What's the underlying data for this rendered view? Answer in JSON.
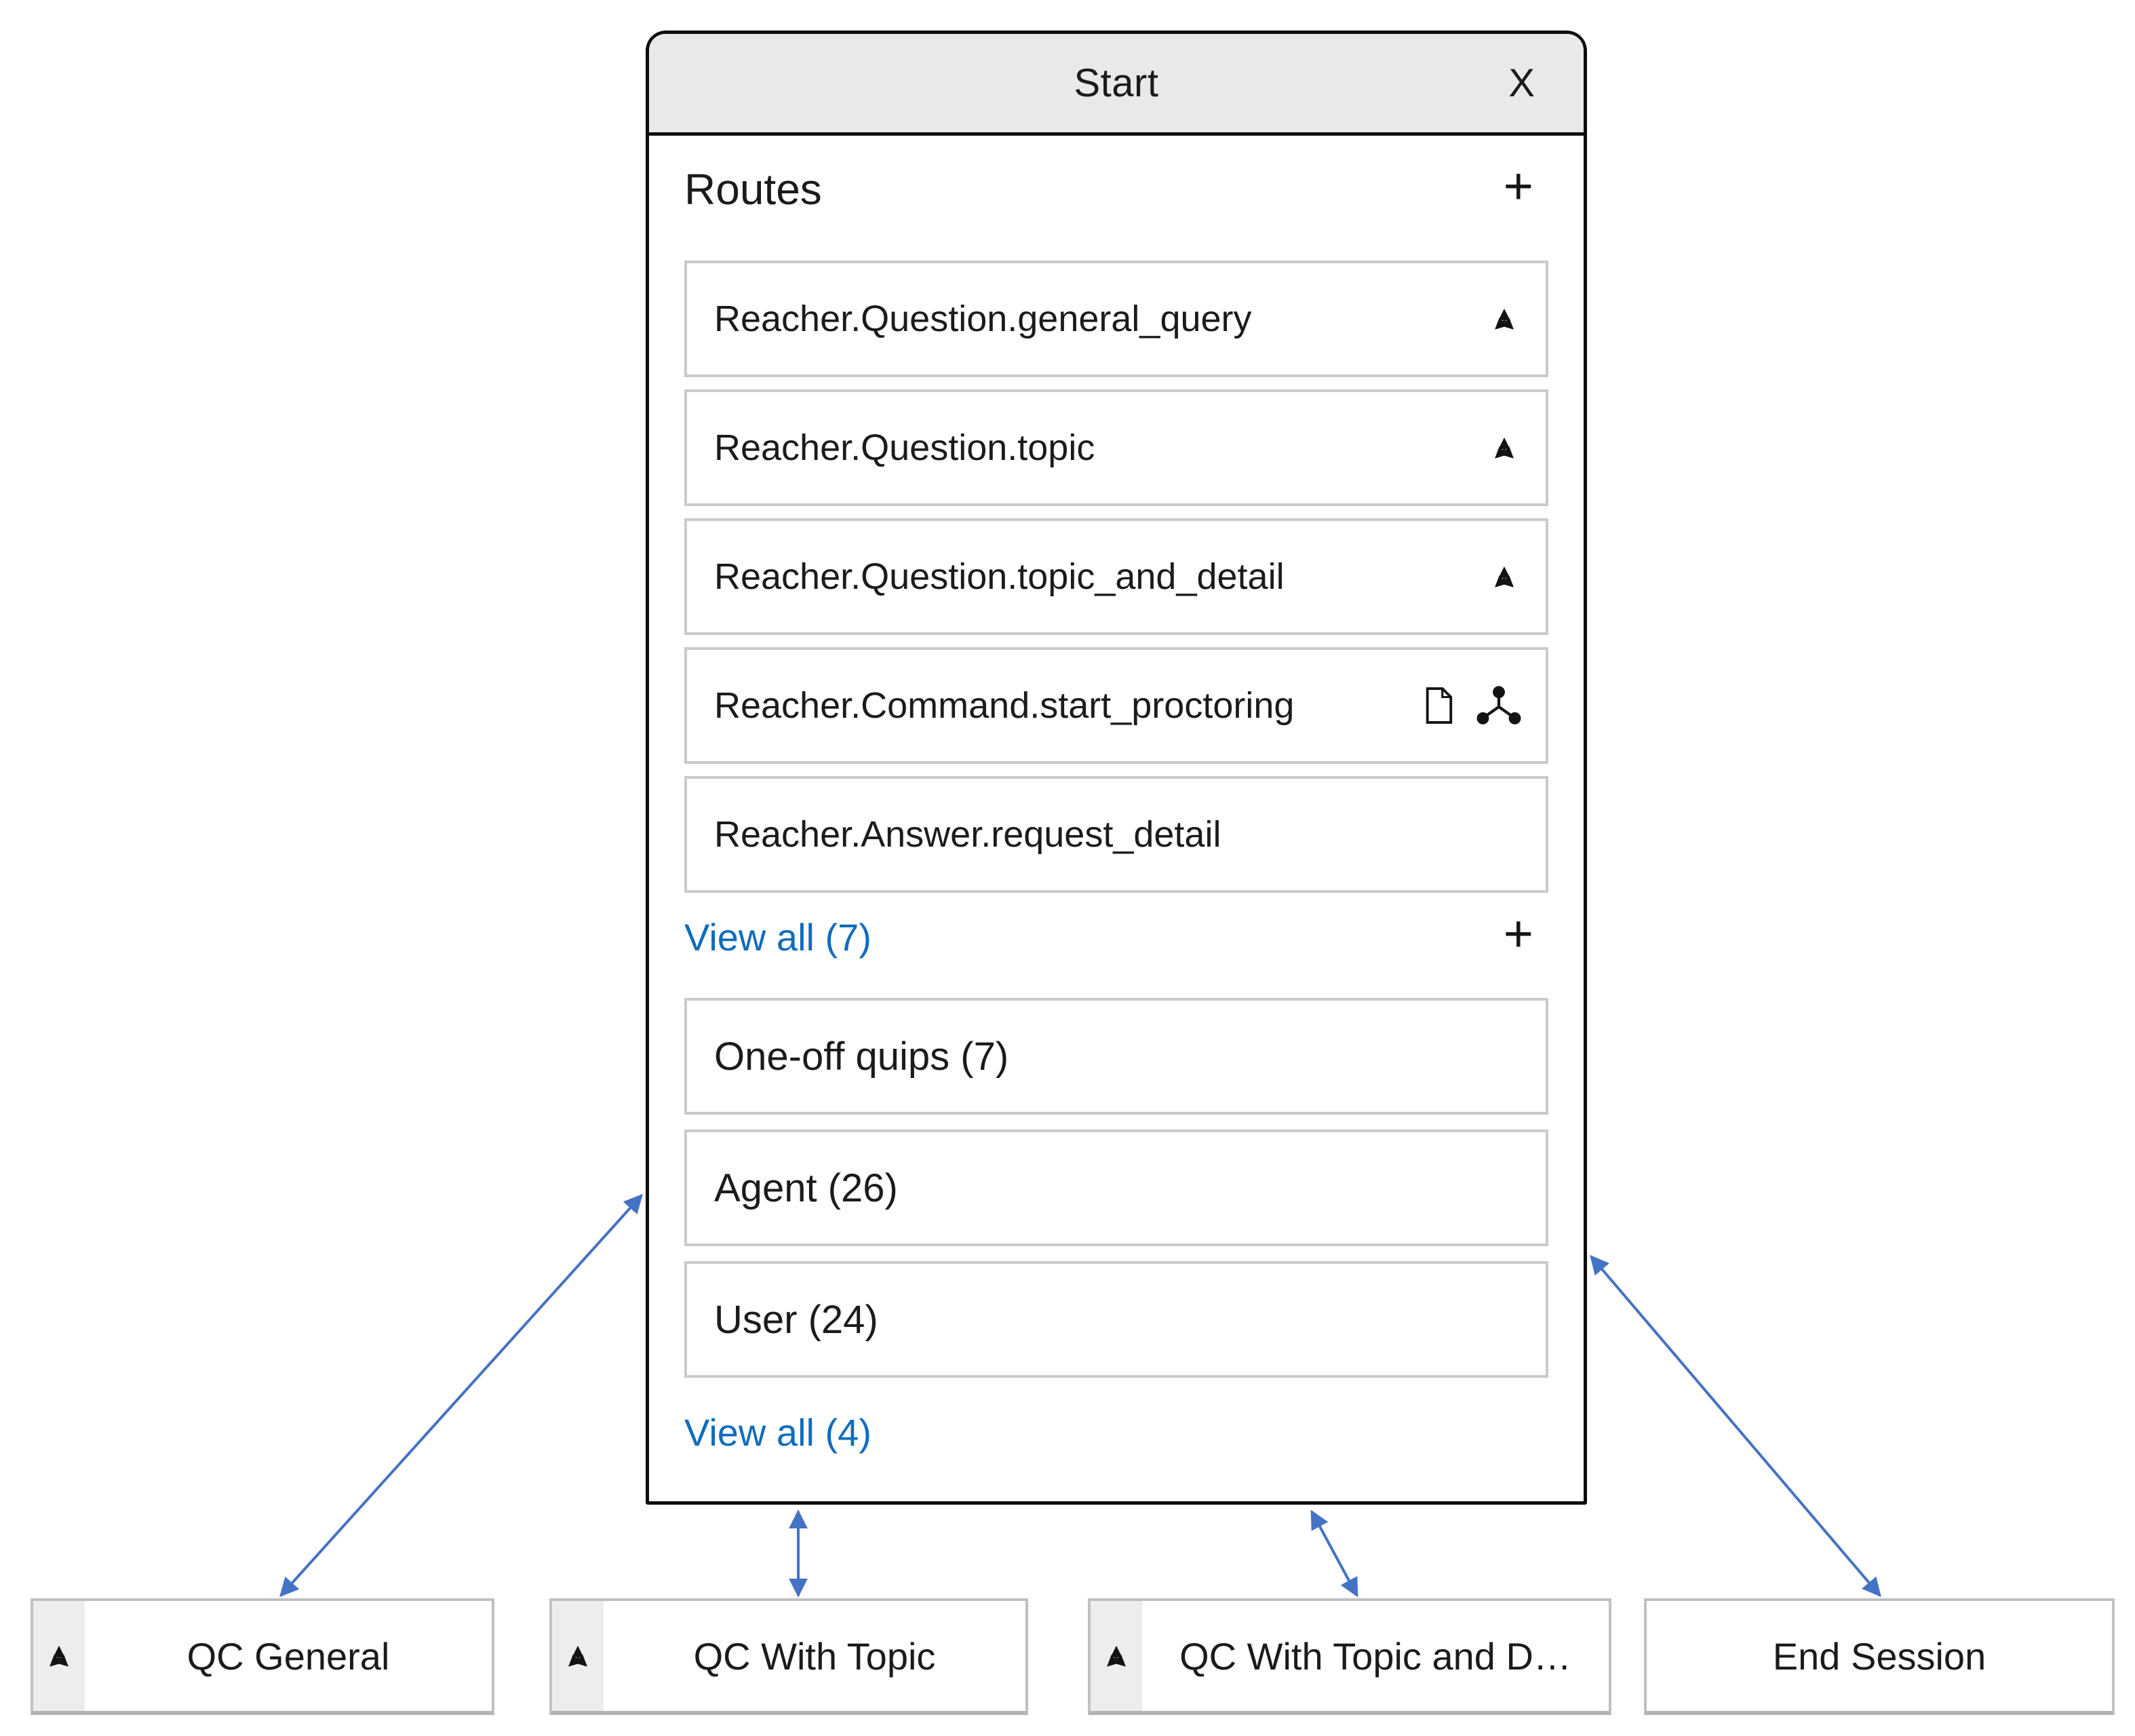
{
  "colors": {
    "accent_link": "#0f6cbd",
    "connector_blue": "#4472c4",
    "panel_border": "#0d0d0d",
    "header_bg": "#e8e9ea",
    "card_border": "#c9cacb",
    "node_border": "#bfc0c1",
    "icon_strip_bg": "#eceded"
  },
  "panel": {
    "title": "Start",
    "close_label": "X",
    "routes_section": {
      "label": "Routes",
      "add_label": "+"
    },
    "routes": [
      {
        "label": "Reacher.Question.general_query",
        "icons": [
          "branch-icon"
        ]
      },
      {
        "label": "Reacher.Question.topic",
        "icons": [
          "branch-icon"
        ]
      },
      {
        "label": "Reacher.Question.topic_and_detail",
        "icons": [
          "branch-icon"
        ]
      },
      {
        "label": "Reacher.Command.start_proctoring",
        "icons": [
          "document-icon",
          "molecule-icon"
        ]
      },
      {
        "label": "Reacher.Answer.request_detail",
        "icons": []
      }
    ],
    "routes_view_all": {
      "label": "View all (7)",
      "add_label": "+"
    },
    "groups": [
      {
        "label": "One-off quips (7)"
      },
      {
        "label": "Agent (26)"
      },
      {
        "label": "User (24)"
      }
    ],
    "groups_view_all": {
      "label": "View all (4)"
    }
  },
  "nodes": [
    {
      "label": "QC General",
      "icon": "branch-icon"
    },
    {
      "label": "QC With Topic",
      "icon": "branch-icon"
    },
    {
      "label": "QC With Topic and D…",
      "icon": "branch-icon"
    },
    {
      "label": "End Session",
      "icon": null
    }
  ]
}
